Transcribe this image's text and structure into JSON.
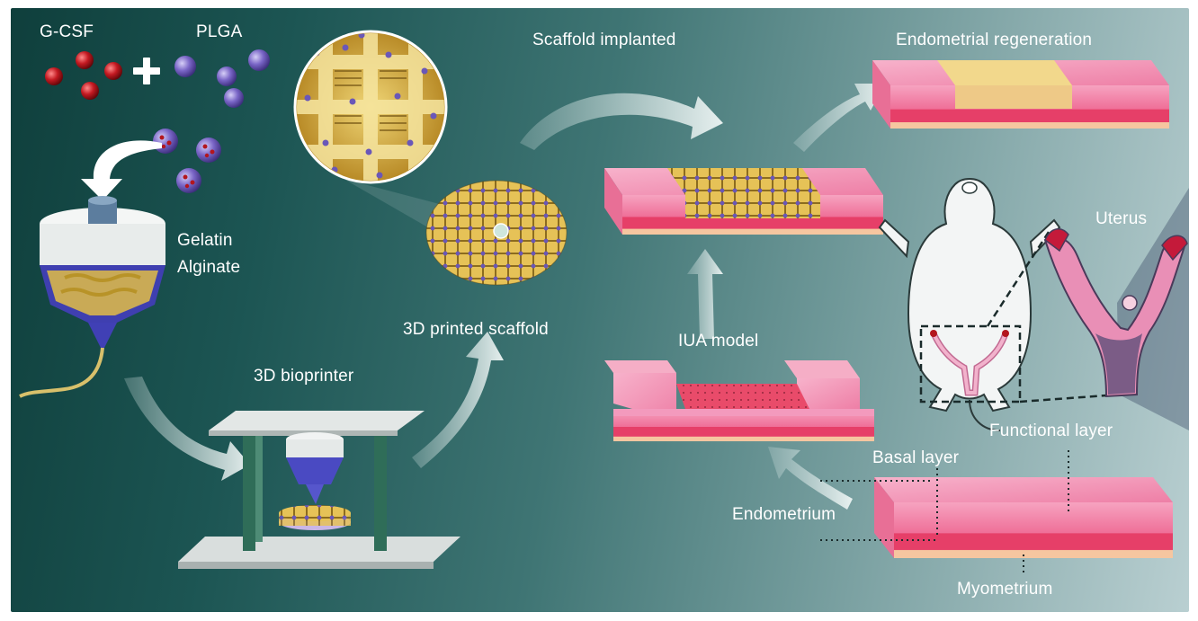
{
  "labels": {
    "gcsf": "G-CSF",
    "plga": "PLGA",
    "gelatin": "Gelatin",
    "alginate": "Alginate",
    "bioprinter": "3D bioprinter",
    "printed_scaffold": "3D printed scaffold",
    "scaffold_implanted": "Scaffold implanted",
    "endometrial_regeneration": "Endometrial regeneration",
    "iua_model": "IUA model",
    "uterus": "Uterus",
    "functional_layer": "Functional layer",
    "basal_layer": "Basal layer",
    "endometrium": "Endometrium",
    "myometrium": "Myometrium"
  },
  "colors": {
    "gcsf_particle": "#b3161e",
    "plga_particle": "#6a57b8",
    "tissue_pink": "#f28cb1",
    "tissue_red": "#e94b6a",
    "scaffold_gold": "#e6c257",
    "bioprinter_gray": "#e3e7e6",
    "arrow": "#d9e6e5"
  }
}
